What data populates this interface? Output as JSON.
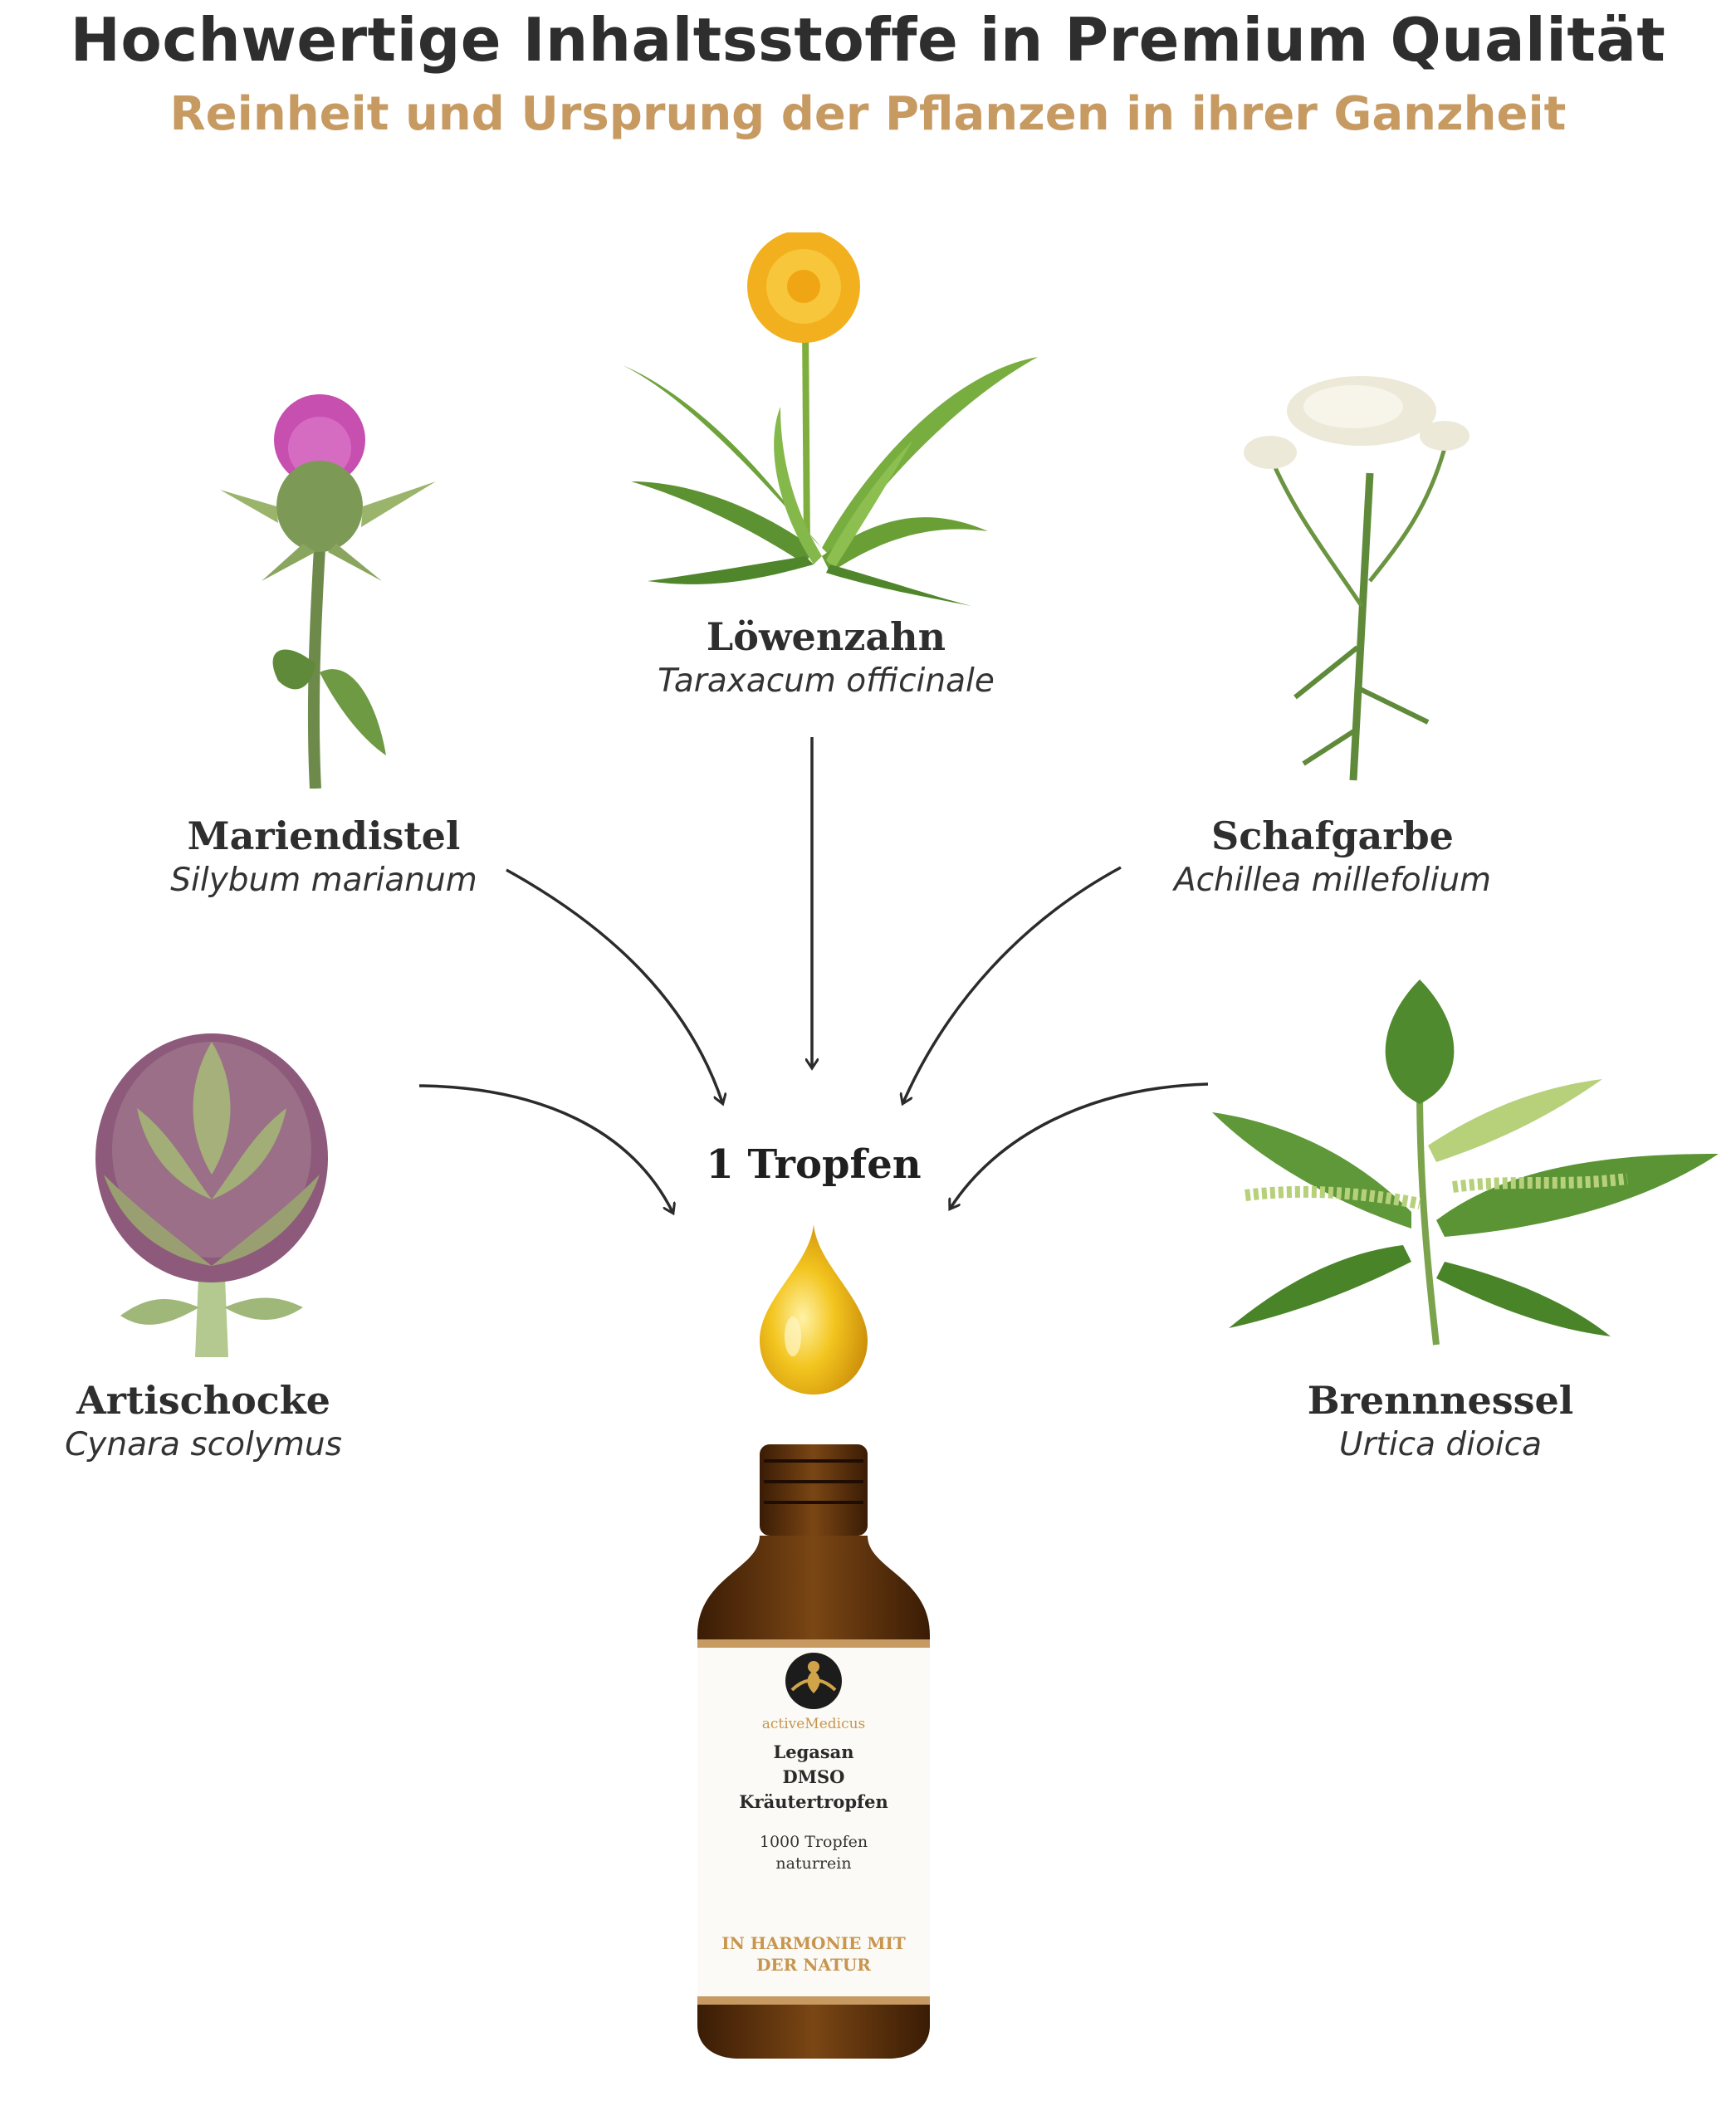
{
  "header": {
    "title": "Hochwertige Inhaltsstoffe in Premium Qualität",
    "subtitle": "Reinheit und Ursprung der Pflanzen in ihrer Ganzheit"
  },
  "plants": {
    "loewenzahn": {
      "name": "Löwenzahn",
      "latin": "Taraxacum officinale",
      "icon": "dandelion-illustration"
    },
    "mariendistel": {
      "name": "Mariendistel",
      "latin": "Silybum marianum",
      "icon": "milk-thistle-illustration"
    },
    "schafgarbe": {
      "name": "Schafgarbe",
      "latin": "Achillea millefolium",
      "icon": "yarrow-illustration"
    },
    "artischocke": {
      "name": "Artischocke",
      "latin": "Cynara scolymus",
      "icon": "artichoke-illustration"
    },
    "brennnessel": {
      "name": "Brennnessel",
      "latin": "Urtica dioica",
      "icon": "nettle-illustration"
    }
  },
  "center": {
    "drop_label": "1 Tropfen",
    "icon": "oil-drop-icon"
  },
  "product": {
    "brand": "activeMedicus",
    "name_line1": "Legasan",
    "name_line2": "DMSO",
    "name_line3": "Kräutertropfen",
    "qty_line1": "1000 Tropfen",
    "qty_line2": "naturrein",
    "claim_line1": "IN HARMONIE MIT",
    "claim_line2": "DER NATUR"
  },
  "colors": {
    "accent_gold": "#c79a62",
    "bottle_amber": "#6b3a10",
    "text_dark": "#2e2e2e"
  }
}
